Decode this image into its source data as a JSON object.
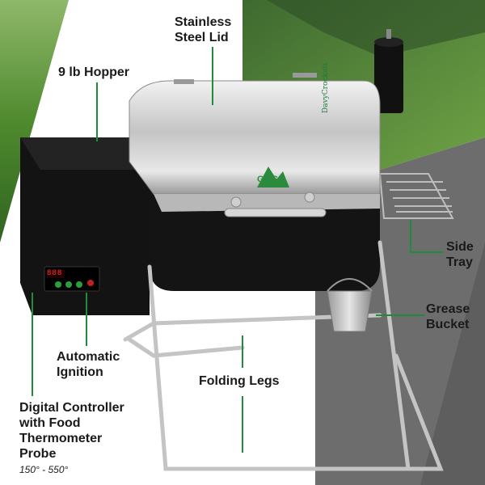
{
  "labels": {
    "lid": [
      "Stainless",
      "Steel Lid"
    ],
    "hopper": "9 lb Hopper",
    "side_tray": [
      "Side",
      "Tray"
    ],
    "grease_bucket": [
      "Grease",
      "Bucket"
    ],
    "ignition": [
      "Automatic",
      "Ignition"
    ],
    "legs": "Folding Legs",
    "controller": [
      "Digital Controller",
      "with Food",
      "Thermometer",
      "Probe"
    ],
    "temp_range": "150° - 550°"
  },
  "product": {
    "brand_script": "DavyCrockett",
    "logo_text": "GMG",
    "display_digits": "888"
  },
  "colors": {
    "callout_line": "#1e8c3a",
    "background_grass": "#5a8f3a",
    "background_gray": "#6a6a6a",
    "grill_black": "#151515",
    "stainless": "#c9c9c9"
  }
}
